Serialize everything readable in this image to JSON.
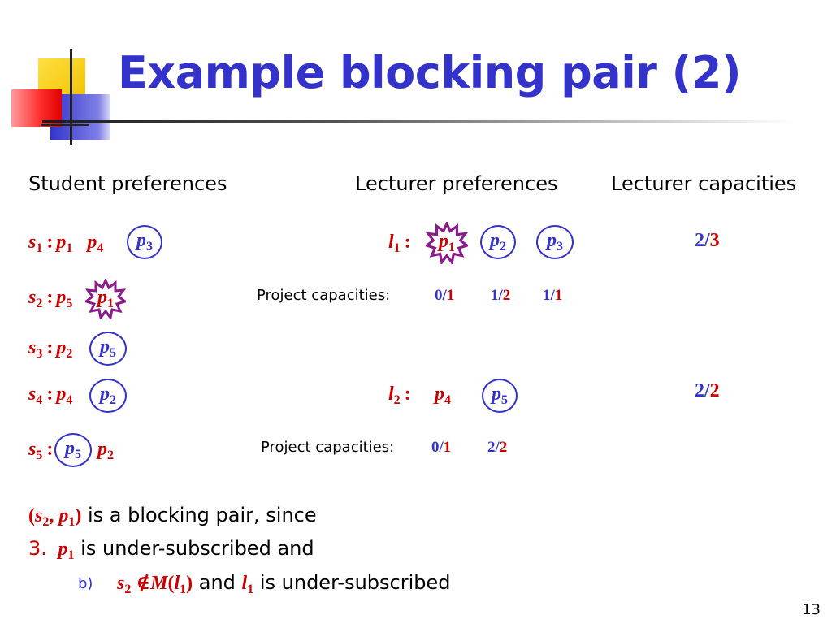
{
  "slide": {
    "title": "Example blocking pair (2)",
    "page_number": "13"
  },
  "headers": {
    "students": "Student preferences",
    "lecturers": "Lecturer preferences",
    "capacities": "Lecturer capacities"
  },
  "students": [
    {
      "s": "s",
      "i": "1",
      "prefs": [
        {
          "p": "p",
          "i": "1"
        },
        {
          "p": "p",
          "i": "4"
        },
        {
          "p": "p",
          "i": "3"
        }
      ]
    },
    {
      "s": "s",
      "i": "2",
      "prefs": [
        {
          "p": "p",
          "i": "5"
        },
        {
          "p": "p",
          "i": "1"
        }
      ]
    },
    {
      "s": "s",
      "i": "3",
      "prefs": [
        {
          "p": "p",
          "i": "2"
        },
        {
          "p": "p",
          "i": "5"
        }
      ]
    },
    {
      "s": "s",
      "i": "4",
      "prefs": [
        {
          "p": "p",
          "i": "4"
        },
        {
          "p": "p",
          "i": "2"
        }
      ]
    },
    {
      "s": "s",
      "i": "5",
      "prefs": [
        {
          "p": "p",
          "i": "5"
        },
        {
          "p": "p",
          "i": "2"
        }
      ]
    }
  ],
  "lecturers": [
    {
      "l": "l",
      "i": "1",
      "prefs": [
        {
          "p": "p",
          "i": "1"
        },
        {
          "p": "p",
          "i": "2"
        },
        {
          "p": "p",
          "i": "3"
        }
      ],
      "capacity": {
        "n": "2",
        "d": "3"
      },
      "project_caps_label": "Project capacities:",
      "project_caps": [
        {
          "n": "0",
          "d": "1"
        },
        {
          "n": "1",
          "d": "2"
        },
        {
          "n": "1",
          "d": "1"
        }
      ]
    },
    {
      "l": "l",
      "i": "2",
      "prefs": [
        {
          "p": "p",
          "i": "4"
        },
        {
          "p": "p",
          "i": "5"
        }
      ],
      "capacity": {
        "n": "2",
        "d": "2"
      },
      "project_caps_label": "Project capacities:",
      "project_caps": [
        {
          "n": "0",
          "d": "1"
        },
        {
          "n": "2",
          "d": "2"
        }
      ]
    }
  ],
  "explanation": {
    "pair_open": "(",
    "pair_s": "s",
    "pair_s_i": "2",
    "pair_comma": ", ",
    "pair_p": "p",
    "pair_p_i": "1",
    "pair_close": ")",
    "line1_text": " is a blocking pair, since",
    "item3_number": "3.",
    "item3_p": "p",
    "item3_p_i": "1",
    "item3_text": " is under-subscribed and",
    "item_b_marker": "b)",
    "item_b_s": "s",
    "item_b_s_i": "2",
    "item_b_notin": " ∉",
    "item_b_M": "M",
    "item_b_open": "(",
    "item_b_l": "l",
    "item_b_l_i": "1",
    "item_b_close": ")",
    "item_b_and": " and ",
    "item_b_l2": "l",
    "item_b_l2_i": "1",
    "item_b_text": " is under-subscribed"
  },
  "colors": {
    "title_blue": "#3333cc",
    "red": "#cc0000",
    "purple": "#8b1a8b"
  }
}
